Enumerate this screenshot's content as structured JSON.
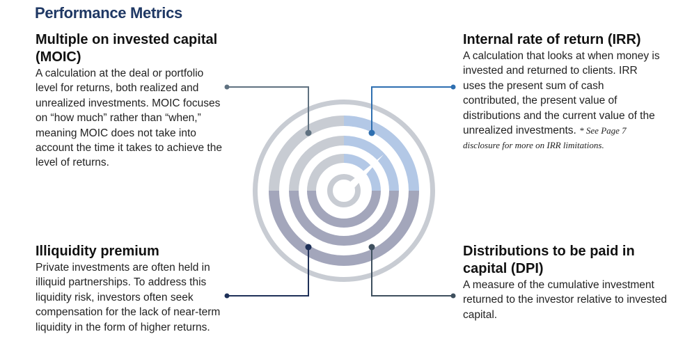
{
  "title": "Performance Metrics",
  "moic": {
    "heading": "Multiple on invested capital (MOIC)",
    "body": "A calculation at the deal or portfolio level for returns, both realized and unrealized investments. MOIC focuses on “how much” rather than “when,” meaning MOIC does not take into account the time it takes to achieve the level of returns."
  },
  "irr": {
    "heading": "Internal rate of return (IRR)",
    "body": "A calculation that looks at when money is invested and returned to clients. IRR uses the present sum of cash contributed, the present value of distributions and the current value of the unrealized investments.",
    "note": "* See Page 7 disclosure for more on IRR limitations."
  },
  "illiquidity": {
    "heading": "Illiquidity premium",
    "body": "Private investments are often held in illiquid partnerships. To address this liquidity risk, investors often seek compensation for the lack of near-term liquidity in the form of higher returns."
  },
  "dpi": {
    "heading": "Distributions to be paid in capital (DPI)",
    "body": "A measure of the cumulative investment returned to the investor relative to invested capital."
  },
  "colors": {
    "title": "#1f3864",
    "moic_connector": "#5f7180",
    "irr_connector": "#2e6fb0",
    "illiquidity_connector": "#1e3058",
    "dpi_connector": "#3e4f5e",
    "rings_top": "#c8ccd3",
    "rings_top_right": "#b3c8e6",
    "rings_bottom": "#a3a6bb",
    "gap": "#ffffff"
  }
}
